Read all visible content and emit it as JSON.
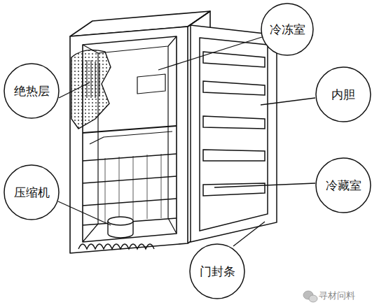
{
  "diagram": {
    "nodes": [
      {
        "text": [
          "冷冻室"
        ]
      },
      {
        "text": [
          "绝热层"
        ]
      },
      {
        "text": [
          "内胆"
        ]
      },
      {
        "text": [
          "压缩机"
        ]
      },
      {
        "text": [
          "冷藏室"
        ]
      },
      {
        "text": [
          "门封条"
        ]
      }
    ],
    "labels": [
      "寻材问料"
    ]
  }
}
